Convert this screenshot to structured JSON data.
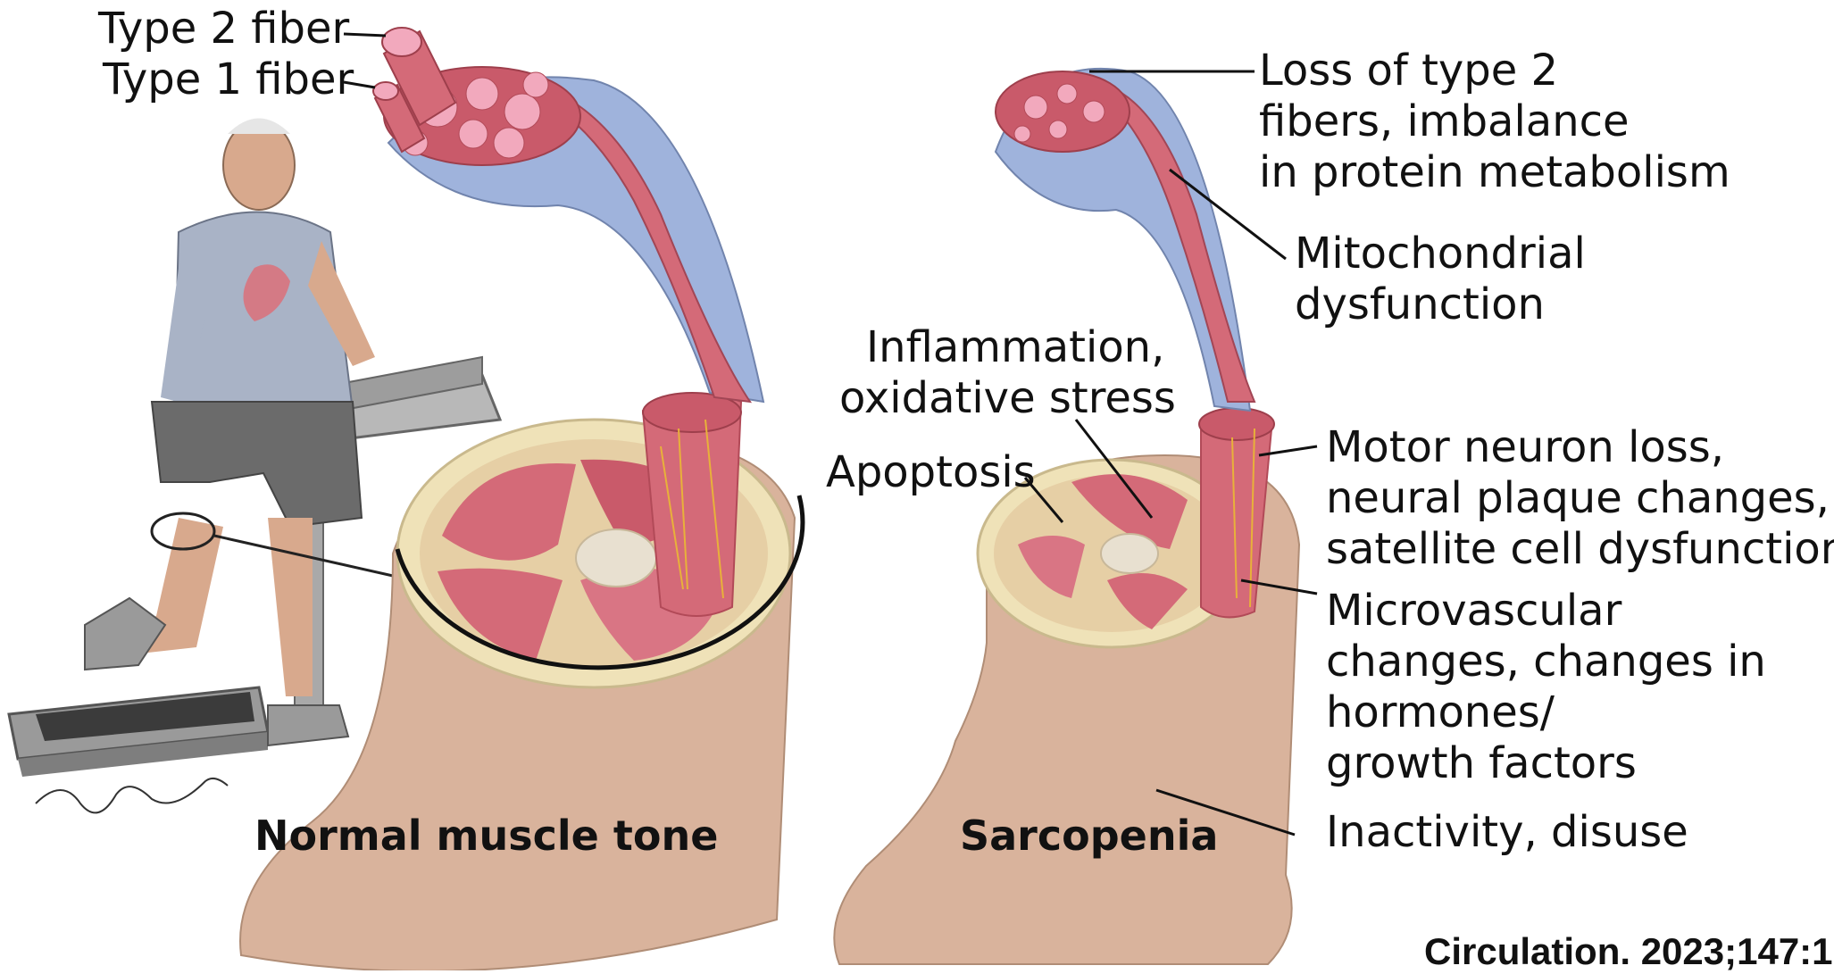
{
  "labels": {
    "type2_fiber": "Type 2 fiber",
    "type1_fiber": "Type 1 fiber",
    "loss_type2": [
      "Loss of type 2",
      "fibers, imbalance",
      "in protein metabolism"
    ],
    "mitochondrial": [
      "Mitochondrial",
      "dysfunction"
    ],
    "inflammation": [
      "Inflammation,",
      "oxidative stress"
    ],
    "apoptosis": "Apoptosis",
    "motor_neuron": [
      "Motor neuron loss,",
      "neural plaque changes,",
      "satellite cell dysfunction"
    ],
    "microvascular": [
      "Microvascular",
      "changes, changes in",
      "hormones/",
      "growth factors"
    ],
    "inactivity": "Inactivity, disuse"
  },
  "titles": {
    "normal": "Normal muscle tone",
    "sarcopenia": "Sarcopenia"
  },
  "citation": "Circulation. 2023;147:1",
  "colors": {
    "skin": "#d9b39c",
    "muscle": "#d46a78",
    "muscle_dark": "#b24a58",
    "fascia_blue": "#9fb3dc",
    "fat": "#efe2b8",
    "fiber_pink": "#f2a9bd"
  }
}
